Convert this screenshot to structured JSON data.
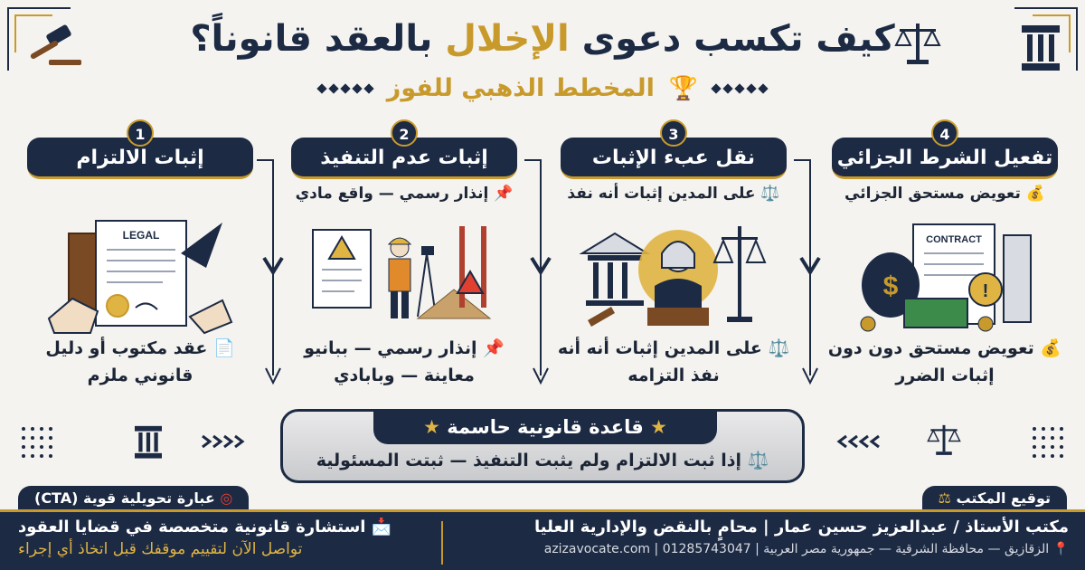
{
  "header": {
    "title_part1": "كيف تكسب دعوى",
    "title_accent": "الإخلال",
    "title_part2": "بالعقد قانوناً؟",
    "subtitle": "المخطط الذهبي للفوز",
    "trophy_icon": "trophy-icon"
  },
  "steps": [
    {
      "num": "1",
      "title": "إثبات الالتزام",
      "line1": "",
      "line2": "📄 عقد مكتوب أو دليل قانوني ملزم",
      "illus_text": "LEGAL",
      "icon": "legal-document-icon"
    },
    {
      "num": "2",
      "title": "إثبات عدم التنفيذ",
      "line1": "📌 إنذار رسمي — واقع مادي",
      "line2": "📌 إنذار رسمي — ببانيو معاينة — وبابادي",
      "icon": "construction-icon"
    },
    {
      "num": "3",
      "title": "نقل عبء الإثبات",
      "line1": "⚖️ على المدين إثبات أنه نفذ",
      "line2": "⚖️ على المدين إثبات أنه أنه نفذ التزامه",
      "icon": "judge-icon"
    },
    {
      "num": "4",
      "title": "تفعيل الشرط الجزائي",
      "line1": "💰 تعويض مستحق الجزائي",
      "line2": "💰 تعويض مستحق دون دون إثبات الضرر",
      "illus_text": "CONTRACT",
      "icon": "money-contract-icon"
    }
  ],
  "rule": {
    "title": "قاعدة قانونية حاسمة",
    "body": "⚖️ إذا ثبت الالتزام ولم يثبت التنفيذ — ثبتت المسئولية"
  },
  "cta": {
    "tag": "عبارة تحويلية قوية (CTA)",
    "main": "📩 استشارة قانونية متخصصة في قضايا العقود",
    "sub": "تواصل الآن لتقييم موقفك قبل اتخاذ أي إجراء"
  },
  "signature": {
    "tag": "توقيع المكتب",
    "main": "مكتب الأستاذ / عبدالعزيز حسين عمار | محامٍ بالنقض والإدارية العليا",
    "sub": "📍 الزقازيق — محافظة الشرقية — جمهورية مصر العربية | 01285743047 | azizavocate.com"
  },
  "colors": {
    "navy": "#1c2a44",
    "gold": "#c89a2c",
    "background": "#f4f3ef"
  }
}
